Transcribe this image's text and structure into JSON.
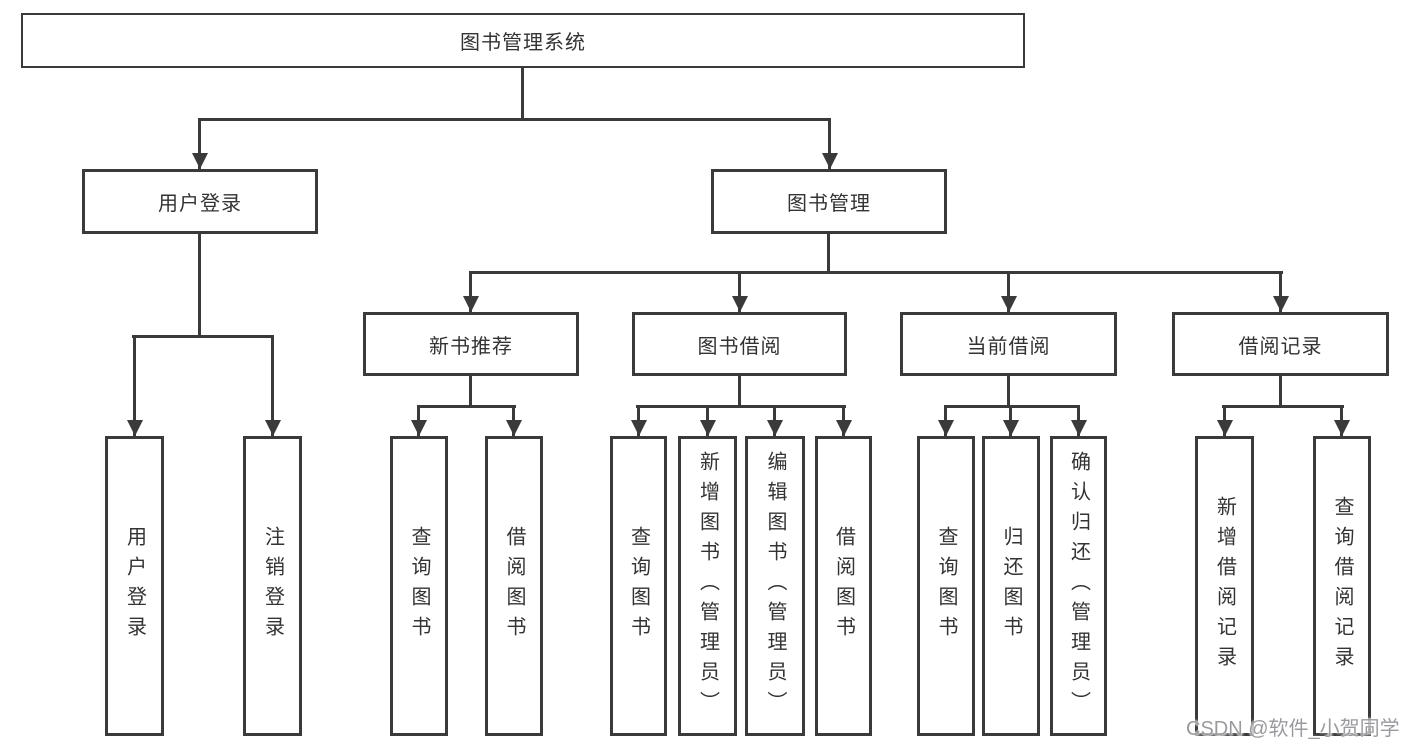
{
  "colors": {
    "line": "#3a3a3a",
    "text": "#333333",
    "watermark": "#9b9b9f",
    "background": "#ffffff"
  },
  "root": {
    "label": "图书管理系统"
  },
  "level2": [
    {
      "label": "用户登录"
    },
    {
      "label": "图书管理"
    }
  ],
  "level3": [
    {
      "label": "新书推荐"
    },
    {
      "label": "图书借阅"
    },
    {
      "label": "当前借阅"
    },
    {
      "label": "借阅记录"
    }
  ],
  "leaves": [
    {
      "label": "用户登录"
    },
    {
      "label": "注销登录"
    },
    {
      "label": "查询图书"
    },
    {
      "label": "借阅图书"
    },
    {
      "label": "查询图书"
    },
    {
      "label": "新增图书（管理员）"
    },
    {
      "label": "编辑图书（管理员）"
    },
    {
      "label": "借阅图书"
    },
    {
      "label": "查询图书"
    },
    {
      "label": "归还图书"
    },
    {
      "label": "确认归还（管理员）"
    },
    {
      "label": "新增借阅记录"
    },
    {
      "label": "查询借阅记录"
    }
  ],
  "watermark": {
    "text": "CSDN @软件_小贺同学"
  }
}
